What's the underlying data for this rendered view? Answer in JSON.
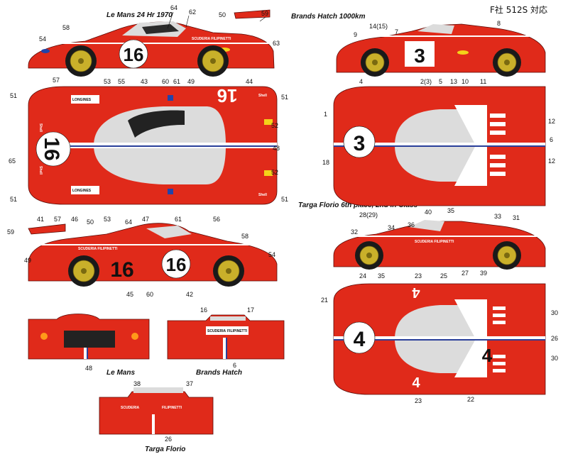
{
  "colors": {
    "body_red": "#e02a1a",
    "wheel_gold": "#c9b02a",
    "stripe_blue": "#2a3f9a"
  },
  "titles": {
    "le_mans": "Le Mans 24 Hr 1970",
    "brands_hatch": "Brands Hatch 1000km",
    "maker": "F社 512S 対応",
    "targa": "Targa Florio 6th place, 2nd in Class"
  },
  "rear_labels": {
    "le_mans": "Le Mans",
    "brands_hatch": "Brands Hatch",
    "targa": "Targa Florio"
  },
  "decals": {
    "scuderia": "SCUDERIA FILIPINETTI",
    "scuderia_word": "SCUDERIA",
    "filipinetti_word": "FILIPINETTI",
    "shell": "Shell",
    "longines": "LONGINES",
    "num_le_mans": "16",
    "num_brands": "3",
    "num_targa": "4"
  },
  "callouts": {
    "lm_side_top": [
      "64",
      "62",
      "50",
      "59",
      "54",
      "58",
      "63"
    ],
    "lm_side_bottom": [
      "43",
      "60",
      "61",
      "49"
    ],
    "lm_top_left": [
      "57",
      "53",
      "55",
      "44",
      "51",
      "51",
      "65",
      "51"
    ],
    "lm_top_right": [
      "51",
      "52",
      "48",
      "52",
      "51"
    ],
    "lm_top_bottom": [
      "41",
      "57",
      "46",
      "53",
      "47",
      "61",
      "56"
    ],
    "lm_side2_top": [
      "59",
      "50",
      "64",
      "58"
    ],
    "lm_side2_other": [
      "49",
      "54",
      "45",
      "60",
      "42"
    ],
    "rear": [
      "48",
      "16",
      "17",
      "6",
      "38",
      "37",
      "26"
    ],
    "bh_side": [
      "9",
      "14(15)",
      "7",
      "8",
      "2(3)",
      "5",
      "13",
      "10",
      "11"
    ],
    "bh_top": [
      "4",
      "1",
      "18",
      "12",
      "6",
      "12"
    ],
    "tf_side": [
      "28(29)",
      "40",
      "35",
      "33",
      "31",
      "32",
      "36",
      "34",
      "27",
      "39"
    ],
    "tf_top": [
      "24",
      "35",
      "23",
      "25",
      "21",
      "30",
      "26",
      "30",
      "23",
      "22"
    ]
  }
}
